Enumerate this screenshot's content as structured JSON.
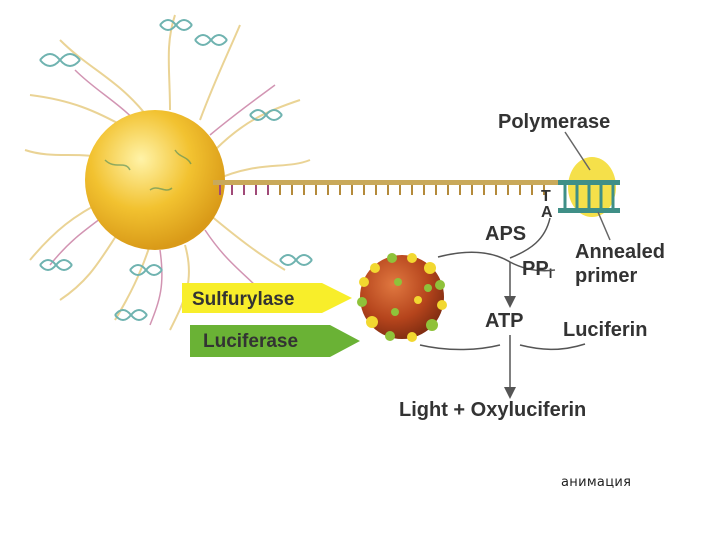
{
  "diagram": {
    "labels": {
      "polymerase": "Polymerase",
      "base_t": "T",
      "base_a": "A",
      "aps": "APS",
      "ppi": "PP",
      "ppi_sub": "i",
      "annealed_line1": "Annealed",
      "annealed_line2": "primer",
      "atp": "ATP",
      "luciferin": "Luciferin",
      "light": "Light + Oxyluciferin",
      "sulfurylase": "Sulfurylase",
      "luciferase": "Luciferase"
    },
    "colors": {
      "bead": "#f2c230",
      "dna": "#c9a95a",
      "primer_teal": "#3f8f87",
      "polymerase": "#f5e04a",
      "sulfurylase_arrow": "#f8ee2a",
      "luciferase_arrow": "#6ab235",
      "enzyme_bead": "#b5441c"
    }
  },
  "footer": {
    "animation_link": "анимация"
  }
}
